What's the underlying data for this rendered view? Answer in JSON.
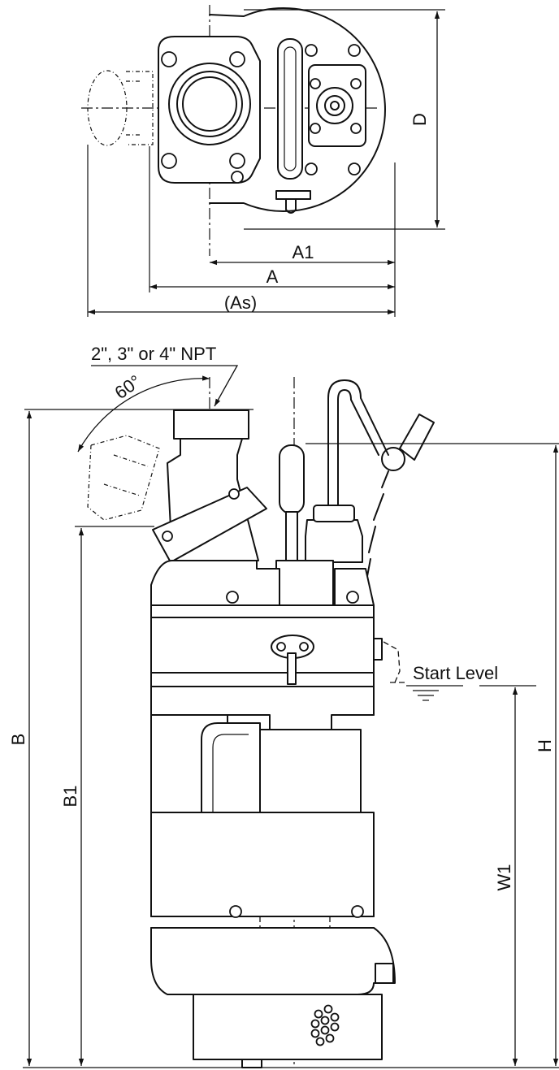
{
  "labels": {
    "dim_d": "D",
    "dim_a1": "A1",
    "dim_a": "A",
    "dim_as": "(As)",
    "outlet": "2\", 3\" or 4\" NPT",
    "angle": "60°",
    "start_level": "Start Level",
    "dim_b": "B",
    "dim_b1": "B1",
    "dim_h": "H",
    "dim_w1": "W1"
  }
}
